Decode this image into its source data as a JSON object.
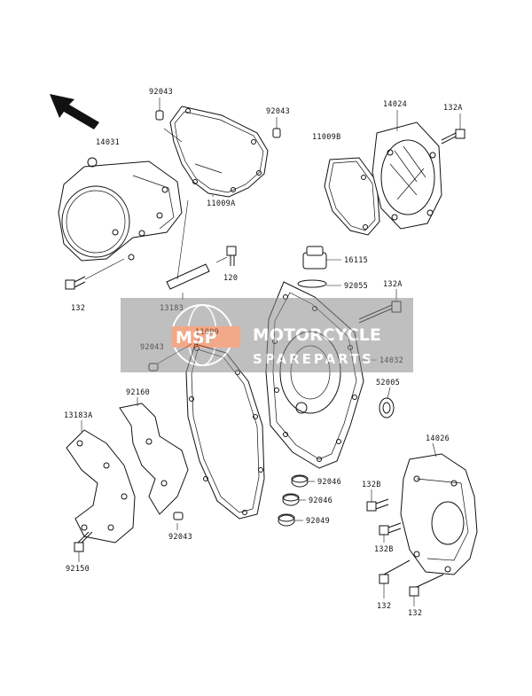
{
  "watermark": {
    "logo_text": "MSP",
    "line1": "MOTORCYCLE",
    "line2": "SPAREPARTS",
    "colors": {
      "box": "#8c8c8c",
      "logo": "#e8632a"
    }
  },
  "parts": {
    "p_92043_top": "92043",
    "p_92043_tr": "92043",
    "p_14024": "14024",
    "p_132a_top": "132A",
    "p_14031": "14031",
    "p_11009b": "11009B",
    "p_11009a": "11009A",
    "p_16115": "16115",
    "p_120": "120",
    "p_92055": "92055",
    "p_132_left": "132",
    "p_13183": "13183",
    "p_132a_mid": "132A",
    "p_92043_mid": "92043",
    "p_11009": "11009",
    "p_14032": "14032",
    "p_52005": "52005",
    "p_92160": "92160",
    "p_13183a": "13183A",
    "p_14026": "14026",
    "p_92046_a": "92046",
    "p_132b_a": "132B",
    "p_92046_b": "92046",
    "p_92049": "92049",
    "p_132b_b": "132B",
    "p_92043_bot": "92043",
    "p_92150": "92150",
    "p_132_bl": "132",
    "p_132_br": "132"
  }
}
